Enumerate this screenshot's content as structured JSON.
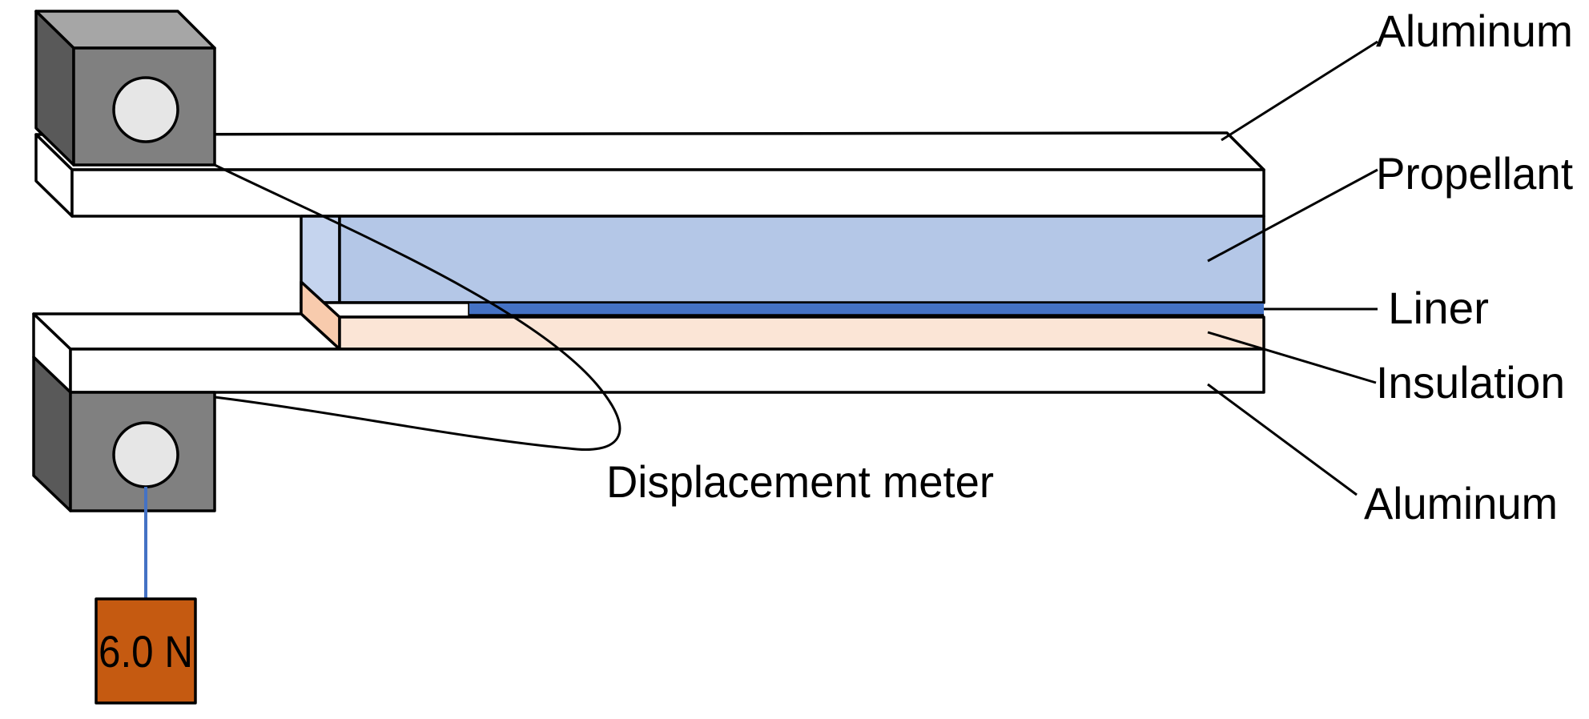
{
  "labels": {
    "aluminum_top": "Aluminum",
    "propellant": "Propellant",
    "liner": "Liner",
    "insulation": "Insulation",
    "aluminum_bottom": "Aluminum",
    "displacement_meter": "Displacement meter",
    "weight": "6.0 N"
  },
  "colors": {
    "aluminum_face": "#ffffff",
    "propellant_face": "#b4c7e7",
    "propellant_side": "#c5d4ee",
    "liner": "#4472c4",
    "insulation_face": "#fbe5d6",
    "insulation_side": "#f8cbad",
    "clamp_front": "#808080",
    "clamp_top": "#a6a6a6",
    "clamp_side": "#595959",
    "pin": "#e6e6e6",
    "weight": "#c55a11",
    "string": "#4472c4"
  },
  "icons": {
    "clamp": "clamp-block-icon",
    "pin": "pin-circle-icon"
  }
}
